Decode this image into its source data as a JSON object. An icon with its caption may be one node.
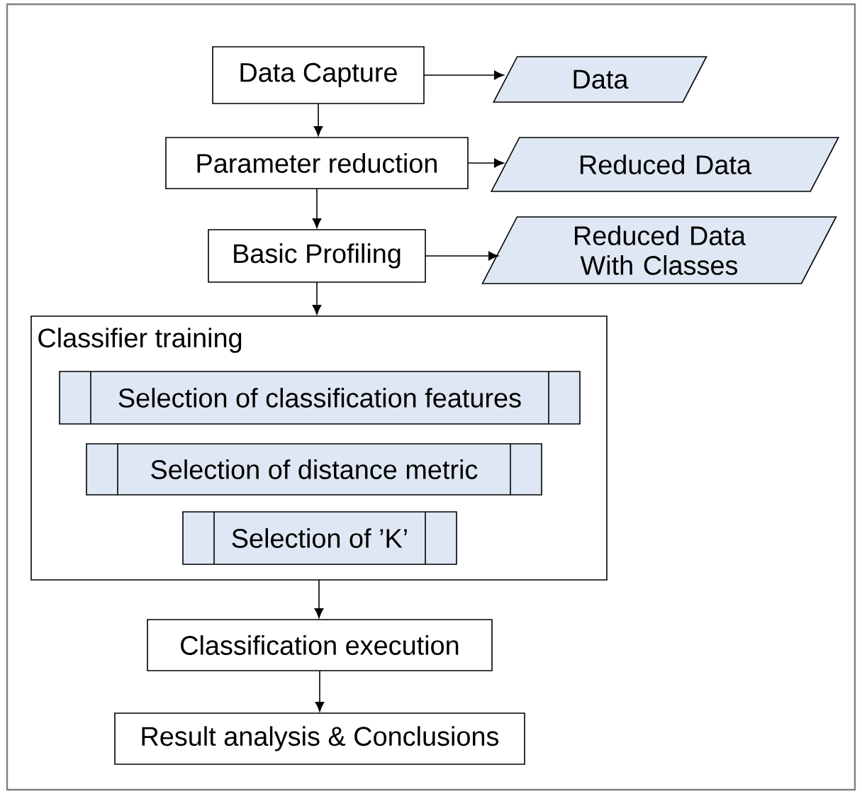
{
  "diagram": {
    "nodes": [
      {
        "text": [
          "Data Capture"
        ]
      },
      {
        "text": [
          "Data"
        ]
      },
      {
        "text": [
          "Parameter reduction"
        ]
      },
      {
        "text": [
          "Reduced Data"
        ]
      },
      {
        "text": [
          "Basic Profiling"
        ]
      },
      {
        "text": [
          "Reduced Data With Classes"
        ]
      },
      {
        "text": [
          "Classifier training"
        ]
      },
      {
        "text": [
          "Selection of classification features"
        ],
        "in": 6
      },
      {
        "text": [
          "Selection of distance metric"
        ],
        "in": 6
      },
      {
        "text": [
          "Selection of ’K’"
        ],
        "in": 6
      },
      {
        "text": [
          "Classification execution"
        ]
      },
      {
        "text": [
          "Result analysis & Conclusions"
        ]
      }
    ],
    "edges": [
      {
        "from": 0,
        "to": 1,
        "arrow": "to"
      },
      {
        "from": 0,
        "to": 2,
        "arrow": "to"
      },
      {
        "from": 2,
        "to": 3,
        "arrow": "to"
      },
      {
        "from": 2,
        "to": 4,
        "arrow": "to"
      },
      {
        "from": 4,
        "to": 5,
        "arrow": "to"
      },
      {
        "from": 4,
        "to": 6,
        "arrow": "to"
      },
      {
        "from": 6,
        "to": 10,
        "arrow": "to"
      },
      {
        "from": 10,
        "to": 11,
        "arrow": "to"
      }
    ]
  }
}
